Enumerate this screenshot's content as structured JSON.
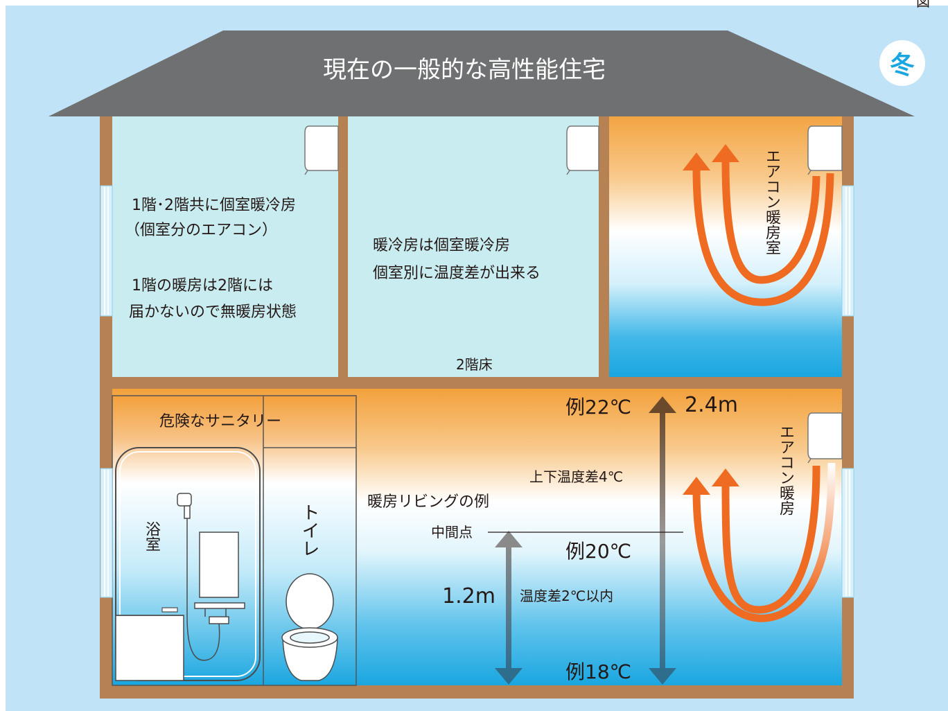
{
  "figure_ref": "図",
  "house_title": "現在の一般的な高性能住宅",
  "season": "冬",
  "upper_left_room": {
    "note_line1": "1階･2階共に個室暖冷房",
    "note_line2": "（個室分のエアコン）",
    "note_line3": "1階の暖房は2階には",
    "note_line4": "届かないので無暖房状態"
  },
  "upper_middle_room": {
    "note_line1": "暖冷房は個室暖冷房",
    "note_line2": "個室別に温度差が出来る",
    "floor_label": "2階床"
  },
  "upper_right_room": {
    "label": "エアコン暖房室"
  },
  "sanitary": {
    "heading": "危険なサニタリー",
    "bathroom": "浴室",
    "toilet": "トイレ"
  },
  "living": {
    "label": "暖房リビングの例",
    "midpoint": "中間点",
    "temp_top": "例22℃",
    "temp_mid": "例20℃",
    "temp_bottom": "例18℃",
    "height_full": "2.4m",
    "height_half": "1.2m",
    "diff_full": "上下温度差4℃",
    "diff_half": "温度差2℃以内",
    "aircon": "エアコン暖房"
  },
  "colors": {
    "sky": "#c1e3f7",
    "roof": "#6f7072",
    "wall": "#b78253",
    "cool_room": "#c9ecf1",
    "warm": "#f3a13c",
    "cold": "#1aa6e0",
    "airflow": "#ee6b21"
  }
}
